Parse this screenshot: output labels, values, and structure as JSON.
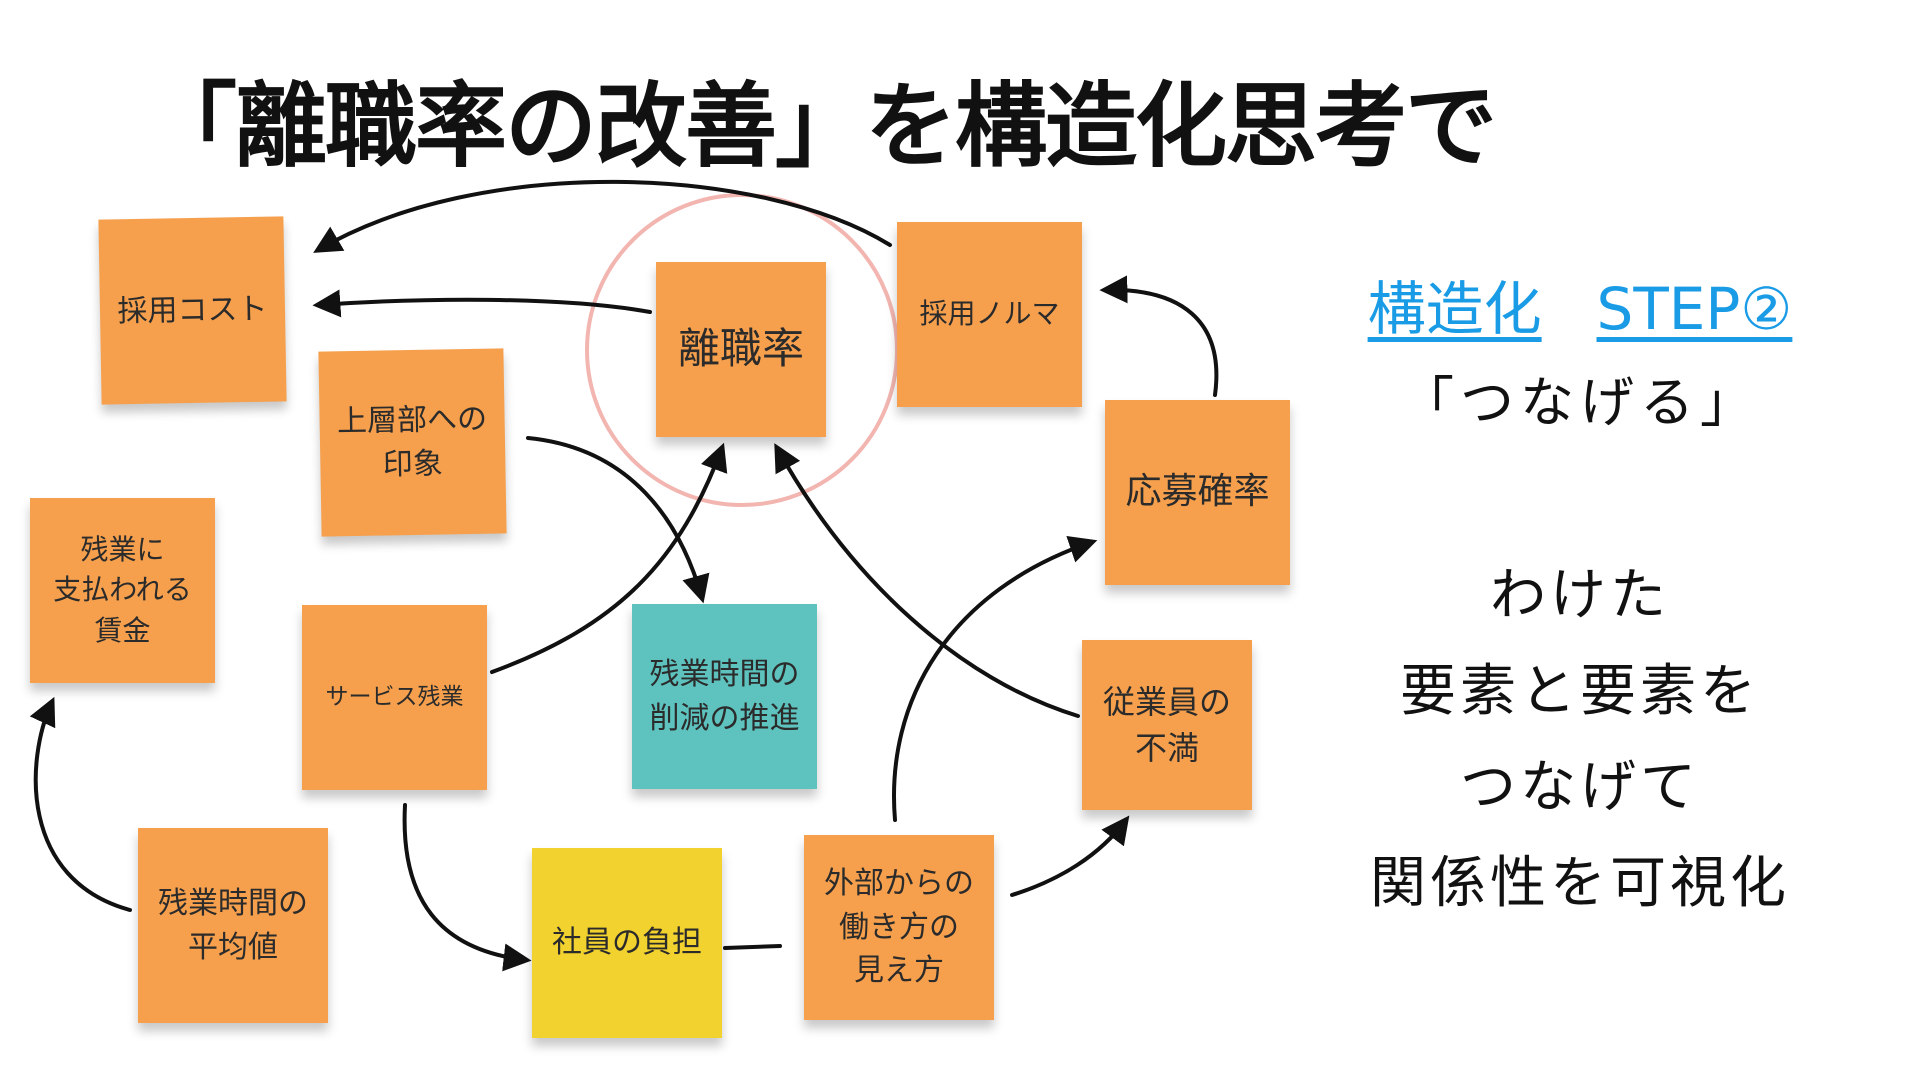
{
  "title": "「離職率の改善」を構造化思考で",
  "colors": {
    "orange": "#f6a04d",
    "teal": "#5ec3bf",
    "yellow": "#f2d22e",
    "circle": "#f2b5b0",
    "link": "#1a9be6"
  },
  "notes": {
    "saiyo_cost": "採用コスト",
    "rishokuritsu": "離職率",
    "saiyo_noruma": "採用ノルマ",
    "joso": "上層部への\n印象",
    "ouboritsu": "応募確率",
    "zangyo_shiharai": "残業に\n支払われる\n賃金",
    "service_zangyo": "サービス残業",
    "sakugen": "残業時間の\n削減の推進",
    "jugyoin": "従業員の\n不満",
    "heikin": "残業時間の\n平均値",
    "futan": "社員の負担",
    "gaibu": "外部からの\n働き方の\n見え方"
  },
  "side": {
    "step_word": "構造化",
    "step_label": "STEP②",
    "subtitle": "「つなげる」",
    "lines": [
      "わけた",
      "要素と要素を",
      "つなげて",
      "関係性を可視化"
    ]
  }
}
